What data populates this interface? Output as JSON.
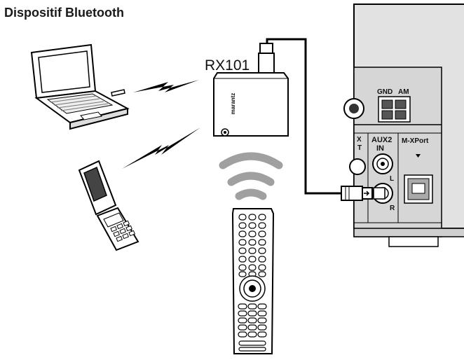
{
  "title": "Dispositif Bluetooth",
  "device": {
    "label": "RX101",
    "brand": "marantz"
  },
  "panel": {
    "gnd_label": "GND",
    "am_label": "AM",
    "aux2_label": "AUX2",
    "in_label": "IN",
    "partial_label_top": "X",
    "partial_label_bottom": "T",
    "left_label": "L",
    "right_label": "R",
    "mxport_label": "M-XPort"
  },
  "colors": {
    "panel_fill": "#d4d4d4",
    "line": "#000000"
  }
}
